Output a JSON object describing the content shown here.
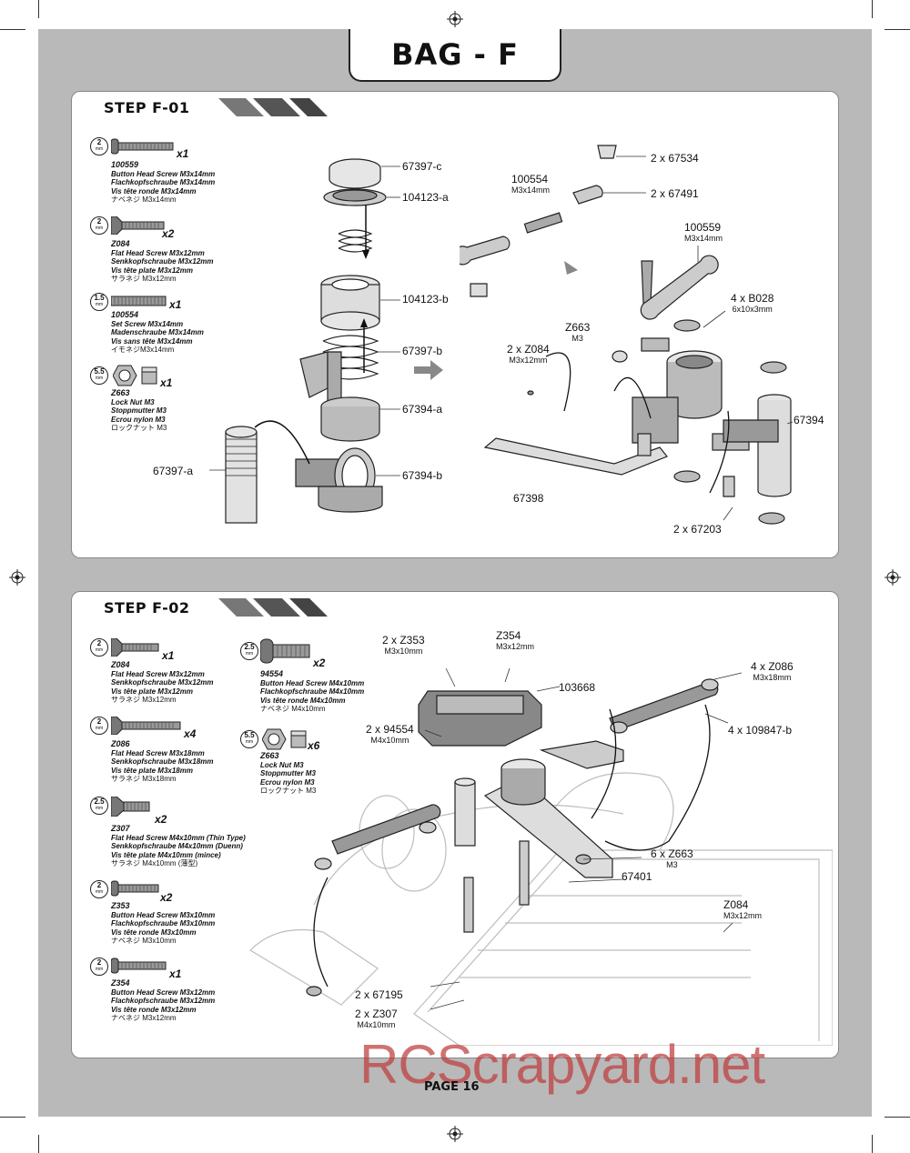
{
  "header": {
    "bag_title": "BAG - F",
    "page_label": "PAGE 16"
  },
  "watermark": "RCScrapyard.net",
  "steps": [
    {
      "title": "STEP F-01",
      "parts": [
        {
          "tool": "2",
          "tool_unit": "mm",
          "qty": "x1",
          "code": "100559",
          "en": "Button Head Screw M3x14mm",
          "de": "Flachkopfschraube M3x14mm",
          "fr": "Vis tête ronde M3x14mm",
          "jp": "ナベネジ M3x14mm"
        },
        {
          "tool": "2",
          "tool_unit": "mm",
          "qty": "x2",
          "code": "Z084",
          "en": "Flat Head Screw M3x12mm",
          "de": "Senkkopfschraube M3x12mm",
          "fr": "Vis tête plate M3x12mm",
          "jp": "サラネジ M3x12mm"
        },
        {
          "tool": "1.5",
          "tool_unit": "mm",
          "qty": "x1",
          "code": "100554",
          "en": "Set Screw M3x14mm",
          "de": "Madenschraube M3x14mm",
          "fr": "Vis sans tête M3x14mm",
          "jp": "イモネジM3x14mm"
        },
        {
          "tool": "5.5",
          "tool_unit": "mm",
          "qty": "x1",
          "code": "Z663",
          "en": "Lock Nut M3",
          "de": "Stoppmutter M3",
          "fr": "Ecrou nylon M3",
          "jp": "ロックナット M3"
        }
      ],
      "callouts": [
        {
          "label": "67397-c",
          "sub": ""
        },
        {
          "label": "104123-a",
          "sub": ""
        },
        {
          "label": "104123-b",
          "sub": ""
        },
        {
          "label": "67397-b",
          "sub": ""
        },
        {
          "label": "67394-a",
          "sub": ""
        },
        {
          "label": "67394-b",
          "sub": ""
        },
        {
          "label": "67397-a",
          "sub": ""
        },
        {
          "label": "2 x 67534",
          "sub": ""
        },
        {
          "label": "100554",
          "sub": "M3x14mm"
        },
        {
          "label": "2 x 67491",
          "sub": ""
        },
        {
          "label": "100559",
          "sub": "M3x14mm"
        },
        {
          "label": "4 x B028",
          "sub": "6x10x3mm"
        },
        {
          "label": "Z663",
          "sub": "M3"
        },
        {
          "label": "2 x Z084",
          "sub": "M3x12mm"
        },
        {
          "label": "67394",
          "sub": ""
        },
        {
          "label": "67398",
          "sub": ""
        },
        {
          "label": "2 x 67203",
          "sub": ""
        }
      ]
    },
    {
      "title": "STEP F-02",
      "parts": [
        {
          "tool": "2",
          "tool_unit": "mm",
          "qty": "x1",
          "code": "Z084",
          "en": "Flat Head Screw M3x12mm",
          "de": "Senkkopfschraube M3x12mm",
          "fr": "Vis tête plate M3x12mm",
          "jp": "サラネジ M3x12mm"
        },
        {
          "tool": "2",
          "tool_unit": "mm",
          "qty": "x4",
          "code": "Z086",
          "en": "Flat Head Screw M3x18mm",
          "de": "Senkkopfschraube M3x18mm",
          "fr": "Vis tête plate M3x18mm",
          "jp": "サラネジ M3x18mm"
        },
        {
          "tool": "2.5",
          "tool_unit": "mm",
          "qty": "x2",
          "code": "Z307",
          "en": "Flat Head Screw M4x10mm (Thin Type)",
          "de": "Senkkopfschraube M4x10mm (Duenn)",
          "fr": "Vis tête plate M4x10mm (mince)",
          "jp": "サラネジ M4x10mm (薄型)"
        },
        {
          "tool": "2",
          "tool_unit": "mm",
          "qty": "x2",
          "code": "Z353",
          "en": "Button Head Screw M3x10mm",
          "de": "Flachkopfschraube M3x10mm",
          "fr": "Vis tête ronde M3x10mm",
          "jp": "ナベネジ M3x10mm"
        },
        {
          "tool": "2",
          "tool_unit": "mm",
          "qty": "x1",
          "code": "Z354",
          "en": "Button Head Screw M3x12mm",
          "de": "Flachkopfschraube M3x12mm",
          "fr": "Vis tête ronde M3x12mm",
          "jp": "ナベネジ M3x12mm"
        },
        {
          "tool": "2.5",
          "tool_unit": "mm",
          "qty": "x2",
          "code": "94554",
          "en": "Button Head Screw M4x10mm",
          "de": "Flachkopfschraube M4x10mm",
          "fr": "Vis tête ronde M4x10mm",
          "jp": "ナベネジ M4x10mm"
        },
        {
          "tool": "5.5",
          "tool_unit": "mm",
          "qty": "x6",
          "code": "Z663",
          "en": "Lock Nut M3",
          "de": "Stoppmutter M3",
          "fr": "Ecrou nylon M3",
          "jp": "ロックナット M3"
        }
      ],
      "callouts": [
        {
          "label": "2 x Z353",
          "sub": "M3x10mm"
        },
        {
          "label": "Z354",
          "sub": "M3x12mm"
        },
        {
          "label": "103668",
          "sub": ""
        },
        {
          "label": "4 x Z086",
          "sub": "M3x18mm"
        },
        {
          "label": "2 x 94554",
          "sub": "M4x10mm"
        },
        {
          "label": "4 x 109847-b",
          "sub": ""
        },
        {
          "label": "6 x Z663",
          "sub": "M3"
        },
        {
          "label": "67401",
          "sub": ""
        },
        {
          "label": "Z084",
          "sub": "M3x12mm"
        },
        {
          "label": "2 x 67195",
          "sub": ""
        },
        {
          "label": "2 x Z307",
          "sub": "M4x10mm"
        }
      ]
    }
  ]
}
